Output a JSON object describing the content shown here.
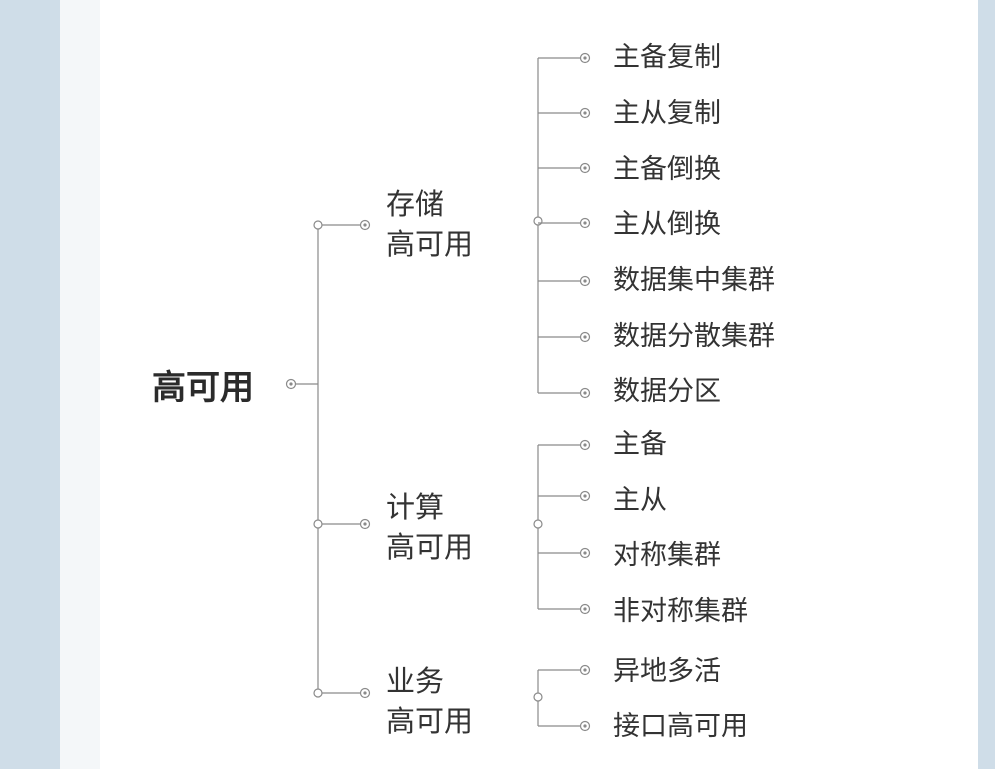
{
  "diagram": {
    "root": "高可用",
    "branches": [
      {
        "line1": "存储",
        "line2": "高可用",
        "leaves": [
          "主备复制",
          "主从复制",
          "主备倒换",
          "主从倒换",
          "数据集中集群",
          "数据分散集群",
          "数据分区"
        ]
      },
      {
        "line1": "计算",
        "line2": "高可用",
        "leaves": [
          "主备",
          "主从",
          "对称集群",
          "非对称集群"
        ]
      },
      {
        "line1": "业务",
        "line2": "高可用",
        "leaves": [
          "异地多活",
          "接口高可用"
        ]
      }
    ]
  },
  "colors": {
    "background": "#cfdde8",
    "panel": "#ffffff",
    "line": "#8a8a8a",
    "text": "#333333"
  }
}
